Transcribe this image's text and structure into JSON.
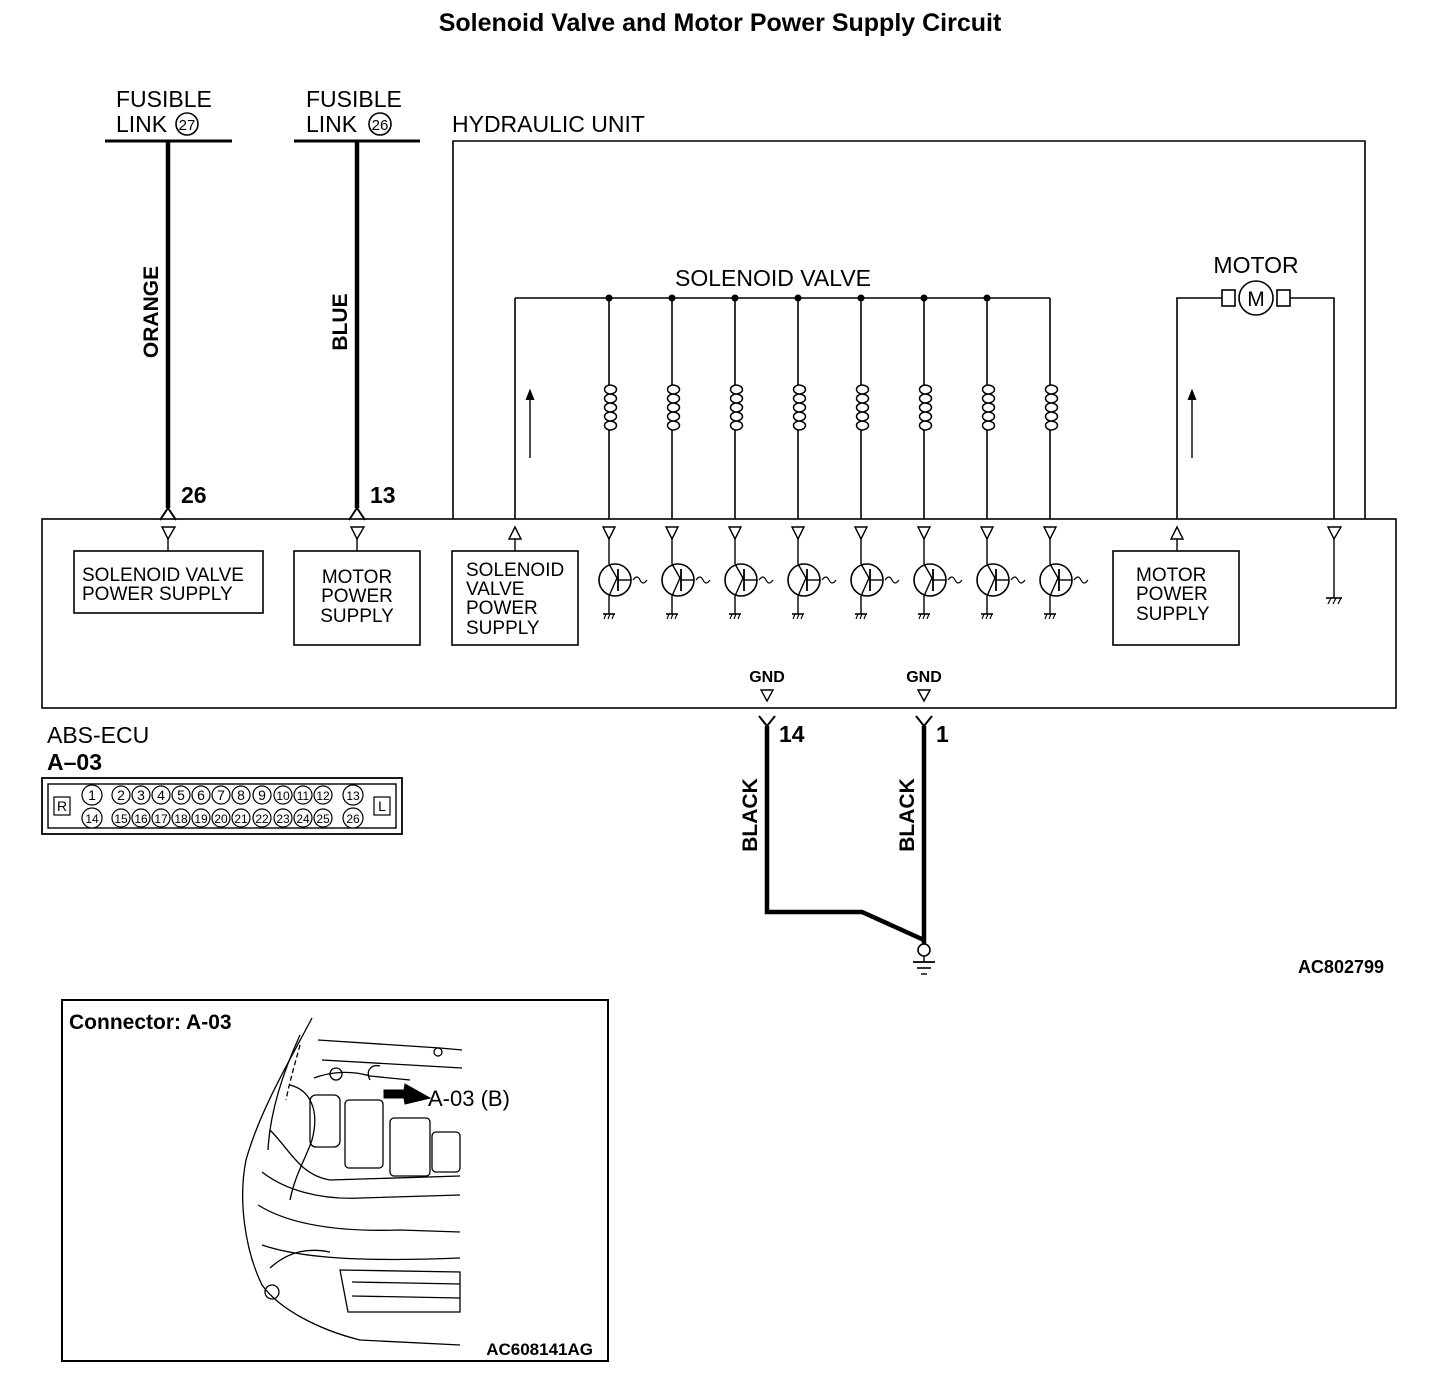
{
  "title": "Solenoid Valve and Motor Power Supply Circuit",
  "fusible_links": [
    {
      "line1": "FUSIBLE",
      "line2": "LINK",
      "number": "27",
      "wire_color": "ORANGE",
      "pin": "26"
    },
    {
      "line1": "FUSIBLE",
      "line2": "LINK",
      "number": "26",
      "wire_color": "BLUE",
      "pin": "13"
    }
  ],
  "hydraulic_unit": {
    "label": "HYDRAULIC UNIT",
    "solenoid_valve_label": "SOLENOID VALVE",
    "motor_label": "MOTOR",
    "motor_symbol": "M"
  },
  "ecu_blocks": {
    "solenoid_power": [
      "SOLENOID VALVE",
      "POWER SUPPLY"
    ],
    "motor_power_left": [
      "MOTOR",
      "POWER",
      "SUPPLY"
    ],
    "solenoid_valve_power": [
      "SOLENOID",
      "VALVE",
      "POWER",
      "SUPPLY"
    ],
    "motor_power_right": [
      "MOTOR",
      "POWER",
      "SUPPLY"
    ]
  },
  "ground": {
    "labels": [
      "GND",
      "GND"
    ],
    "pins": [
      "14",
      "1"
    ],
    "wire_colors": [
      "BLACK",
      "BLACK"
    ]
  },
  "ecu": {
    "name": "ABS-ECU",
    "connector_id": "A–03",
    "connector_left": "R",
    "connector_right": "L",
    "top_row_pins": [
      "1",
      "2",
      "3",
      "4",
      "5",
      "6",
      "7",
      "8",
      "9",
      "10",
      "11",
      "12",
      "13"
    ],
    "bottom_row_pins": [
      "14",
      "15",
      "16",
      "17",
      "18",
      "19",
      "20",
      "21",
      "22",
      "23",
      "24",
      "25",
      "26"
    ]
  },
  "diagram_code": "AC802799",
  "inset": {
    "title": "Connector: A-03",
    "callout": "A-03 (B)",
    "code": "AC608141AG"
  }
}
